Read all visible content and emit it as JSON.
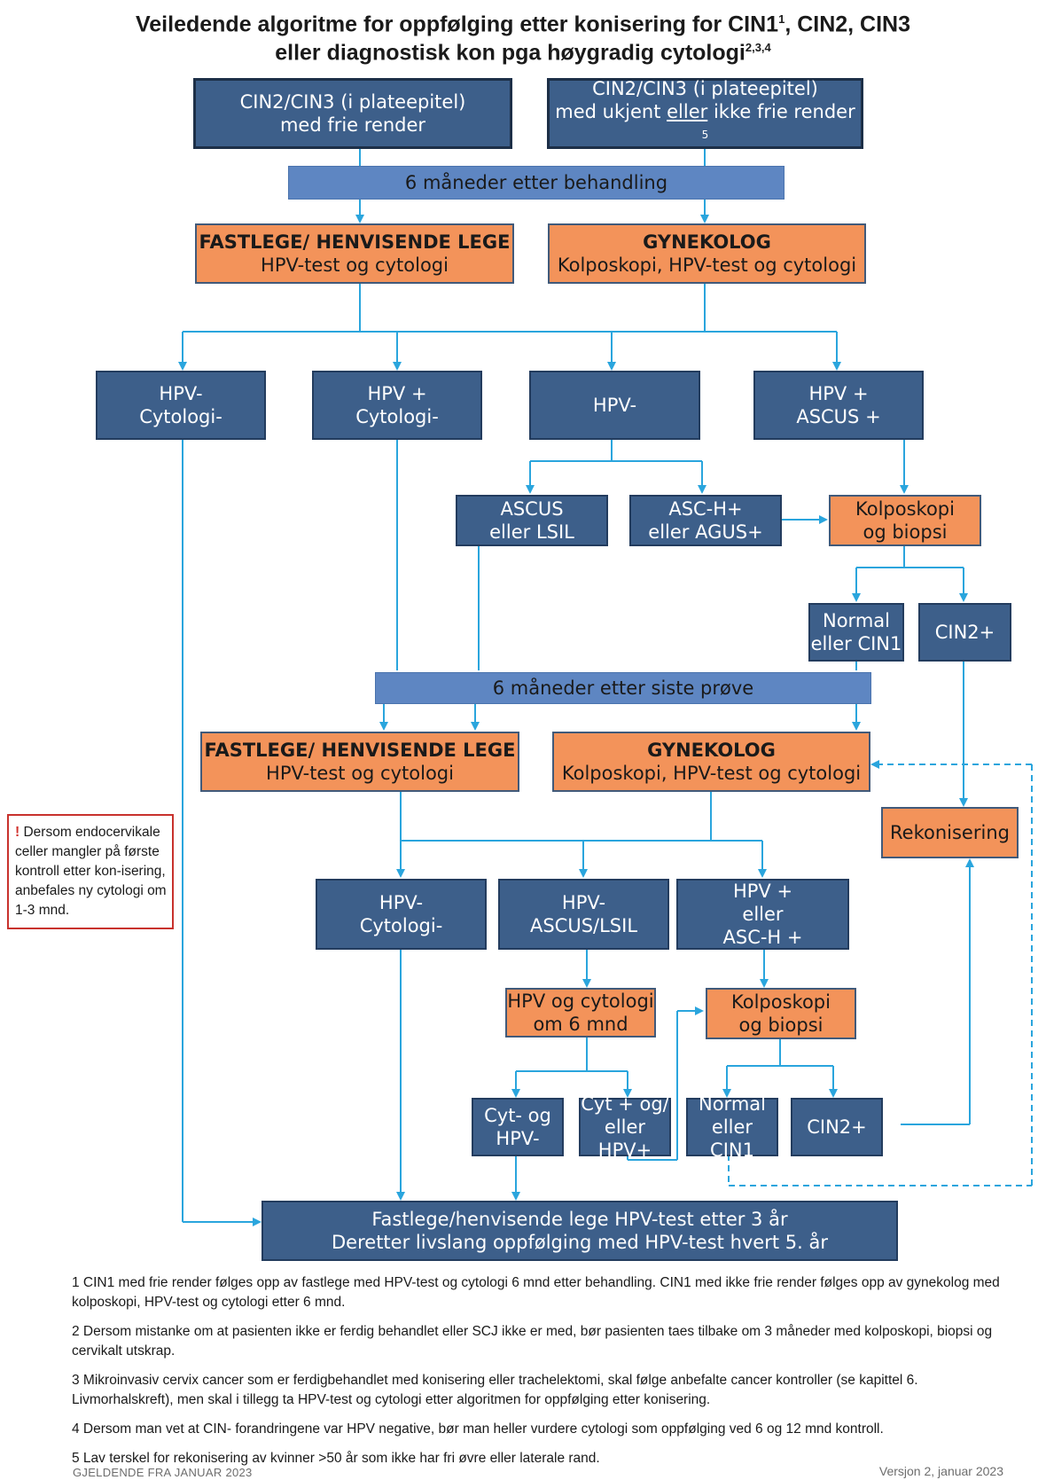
{
  "title": {
    "line1_main": "Veiledende algoritme for oppfølging etter konisering for CIN1",
    "line1_sup": "1",
    "line1_end": ", CIN2, CIN3",
    "line2_main": "eller diagnostisk kon pga høygradig cytologi",
    "line2_sup": "2,3,4"
  },
  "boxes": {
    "start_left": {
      "line1": "CIN2/CIN3 (i plateepitel)",
      "line2": "med frie render"
    },
    "start_right": {
      "line1": "CIN2/CIN3 (i plateepitel)",
      "line2_pre": "med ukjent ",
      "line2_underlined": "eller",
      "line2_post": " ikke frie render ",
      "line2_sup": "5"
    },
    "band_6m_treatment": "6 måneder etter behandling",
    "gp1": {
      "title": "FASTLEGE/ HENVISENDE LEGE",
      "subtitle": "HPV-test og cytologi"
    },
    "gyn1": {
      "title": "GYNEKOLOG",
      "subtitle": "Kolposkopi, HPV-test og cytologi"
    },
    "r1_neg_neg": {
      "line1": "HPV-",
      "line2": "Cytologi-"
    },
    "r1_pos_neg": {
      "line1": "HPV +",
      "line2": "Cytologi-"
    },
    "r1_hpv_neg": {
      "line1": "HPV-"
    },
    "r1_pos_ascus": {
      "line1": "HPV +",
      "line2": "ASCUS +"
    },
    "ascus_lsil": {
      "line1": "ASCUS",
      "line2": "eller LSIL"
    },
    "asch_agus": {
      "line1": "ASC-H+",
      "line2": "eller AGUS+"
    },
    "colpo1": {
      "line1": "Kolposkopi",
      "line2": "og biopsi"
    },
    "normal1": {
      "line1": "Normal",
      "line2": "eller CIN1"
    },
    "cin2_1": {
      "line1": "CIN2+"
    },
    "band_6m_last": "6 måneder etter siste prøve",
    "gp2": {
      "title": "FASTLEGE/ HENVISENDE LEGE",
      "subtitle": "HPV-test og cytologi"
    },
    "gyn2": {
      "title": "GYNEKOLOG",
      "subtitle": "Kolposkopi, HPV-test og cytologi"
    },
    "reconization": {
      "line1": "Rekonisering"
    },
    "r2_neg_neg": {
      "line1": "HPV-",
      "line2": "Cytologi-"
    },
    "r2_neg_ascus": {
      "line1": "HPV-",
      "line2": "ASCUS/LSIL"
    },
    "r2_pos_asch": {
      "line1": "HPV +",
      "line2": "eller",
      "line3": "ASC-H +"
    },
    "hpv_cyt_6m": {
      "line1": "HPV og cytologi",
      "line2": "om 6 mnd"
    },
    "colpo2": {
      "line1": "Kolposkopi",
      "line2": "og biopsi"
    },
    "cyt_hpv_neg": {
      "line1": "Cyt- og",
      "line2": "HPV-"
    },
    "cyt_hpv_pos": {
      "line1": "Cyt + og/",
      "line2": "eller HPV+"
    },
    "normal2": {
      "line1": "Normal",
      "line2": "eller CIN1"
    },
    "cin2_2": {
      "line1": "CIN2+"
    },
    "final": {
      "line1": "Fastlege/henvisende lege HPV-test etter 3 år",
      "line2": "Deretter livslang oppfølging med HPV-test hvert 5. år"
    }
  },
  "note": {
    "mark": "!",
    "text": " Dersom endocervikale celler mangler på første kontroll etter kon-isering, anbefales ny cytologi om 1-3 mnd."
  },
  "footnotes": [
    "1 CIN1 med frie render følges opp av fastlege med HPV-test og cytologi 6 mnd etter behandling. CIN1 med ikke frie render følges opp av gynekolog med kolposkopi,  HPV-test og cytologi etter 6 mnd.",
    "2 Dersom mistanke om at pasienten ikke er ferdig behandlet eller SCJ ikke er med, bør pasienten taes tilbake om 3 måneder med kolposkopi, biopsi og cervikalt utskrap.",
    "3 Mikroinvasiv cervix cancer som er ferdigbehandlet med konisering eller trachelektomi, skal følge anbefalte cancer kontroller (se kapittel 6. Livmorhalskreft), men skal i tillegg ta HPV-test og cytologi etter algoritmen for oppfølging etter konisering.",
    "4 Dersom man vet at CIN- forandringene var HPV negative, bør man heller vurdere cytologi som oppfølging ved 6 og 12 mnd kontroll.",
    "5 Lav terskel for rekonisering av kvinner >50 år som ikke har fri øvre eller laterale rand."
  ],
  "footer": {
    "left": "GJELDENDE FRA JANUAR 2023",
    "right": "Versjon 2, januar 2023"
  },
  "colors": {
    "dark_box": "#3d5f8a",
    "orange_box": "#f3935a",
    "band": "#5e86c2",
    "arrow": "#2aa5dd",
    "note_border": "#c8322d"
  }
}
